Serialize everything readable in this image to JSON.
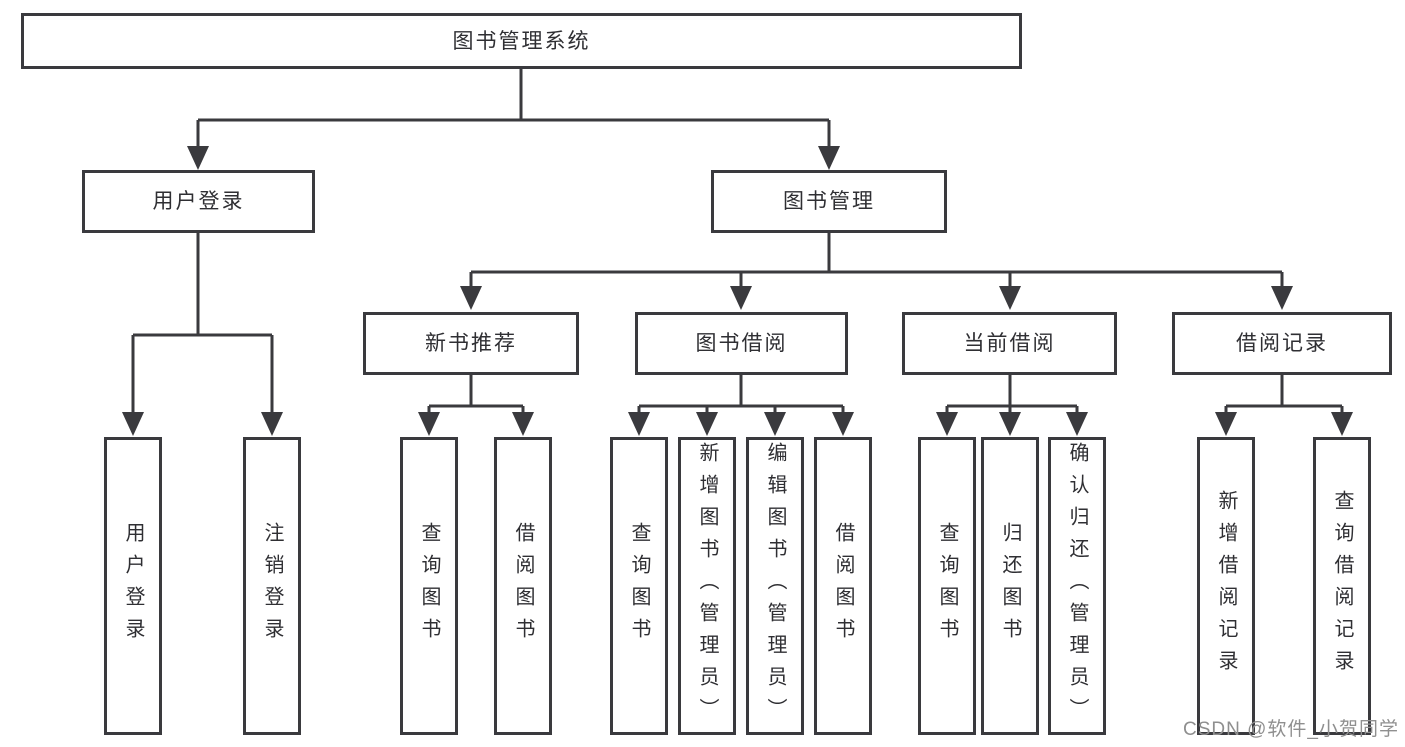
{
  "diagram_title": "图书管理系统",
  "colors": {
    "line": "#3a3a3e",
    "text": "#2f2f33",
    "watermark_text": "#8f8f8f",
    "background": "#ffffff"
  },
  "watermark": {
    "text": "CSDN @软件_小贺同学"
  },
  "tree": {
    "label": "图书管理系统",
    "children": [
      {
        "label": "用户登录",
        "children": [
          {
            "label": "用户登录"
          },
          {
            "label": "注销登录"
          }
        ]
      },
      {
        "label": "图书管理",
        "children": [
          {
            "label": "新书推荐",
            "children": [
              {
                "label": "查询图书"
              },
              {
                "label": "借阅图书"
              }
            ]
          },
          {
            "label": "图书借阅",
            "children": [
              {
                "label": "查询图书"
              },
              {
                "label": "新增图书（管理员）"
              },
              {
                "label": "编辑图书（管理员）"
              },
              {
                "label": "借阅图书"
              }
            ]
          },
          {
            "label": "当前借阅",
            "children": [
              {
                "label": "查询图书"
              },
              {
                "label": "归还图书"
              },
              {
                "label": "确认归还（管理员）"
              }
            ]
          },
          {
            "label": "借阅记录",
            "children": [
              {
                "label": "新增借阅记录"
              },
              {
                "label": "查询借阅记录"
              }
            ]
          }
        ]
      }
    ]
  }
}
